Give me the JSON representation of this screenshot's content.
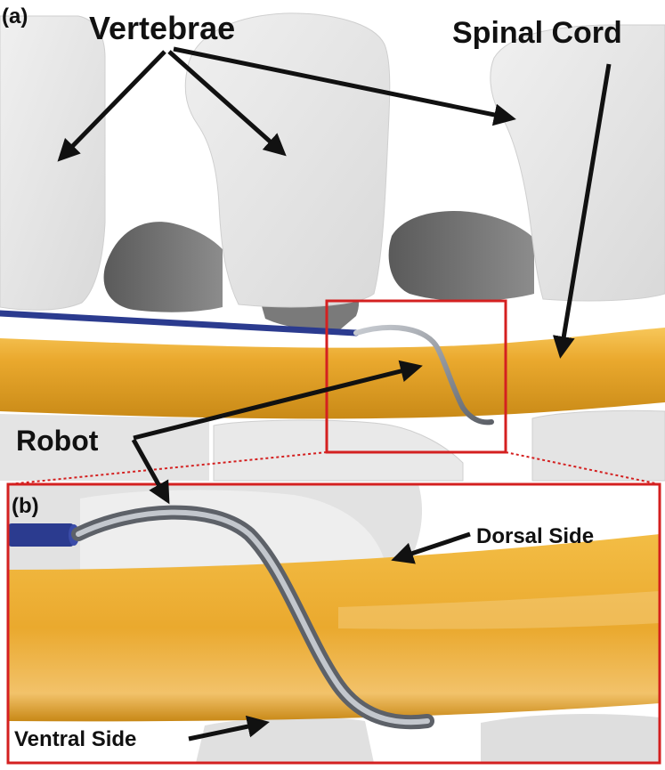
{
  "panels": {
    "a": "(a)",
    "b": "(b)"
  },
  "labels": {
    "vertebrae": "Vertebrae",
    "spinal_cord": "Spinal Cord",
    "robot": "Robot",
    "dorsal_side": "Dorsal Side",
    "ventral_side": "Ventral Side"
  },
  "colors": {
    "spinal_cord": "#e9a82c",
    "vertebra": "#e6e6e6",
    "vertebra_shadow": "#6f6f6f",
    "catheter": "#2b3b8f",
    "robot": "#8a8e96",
    "highlight_box": "#d42020",
    "arrow": "#111111"
  }
}
